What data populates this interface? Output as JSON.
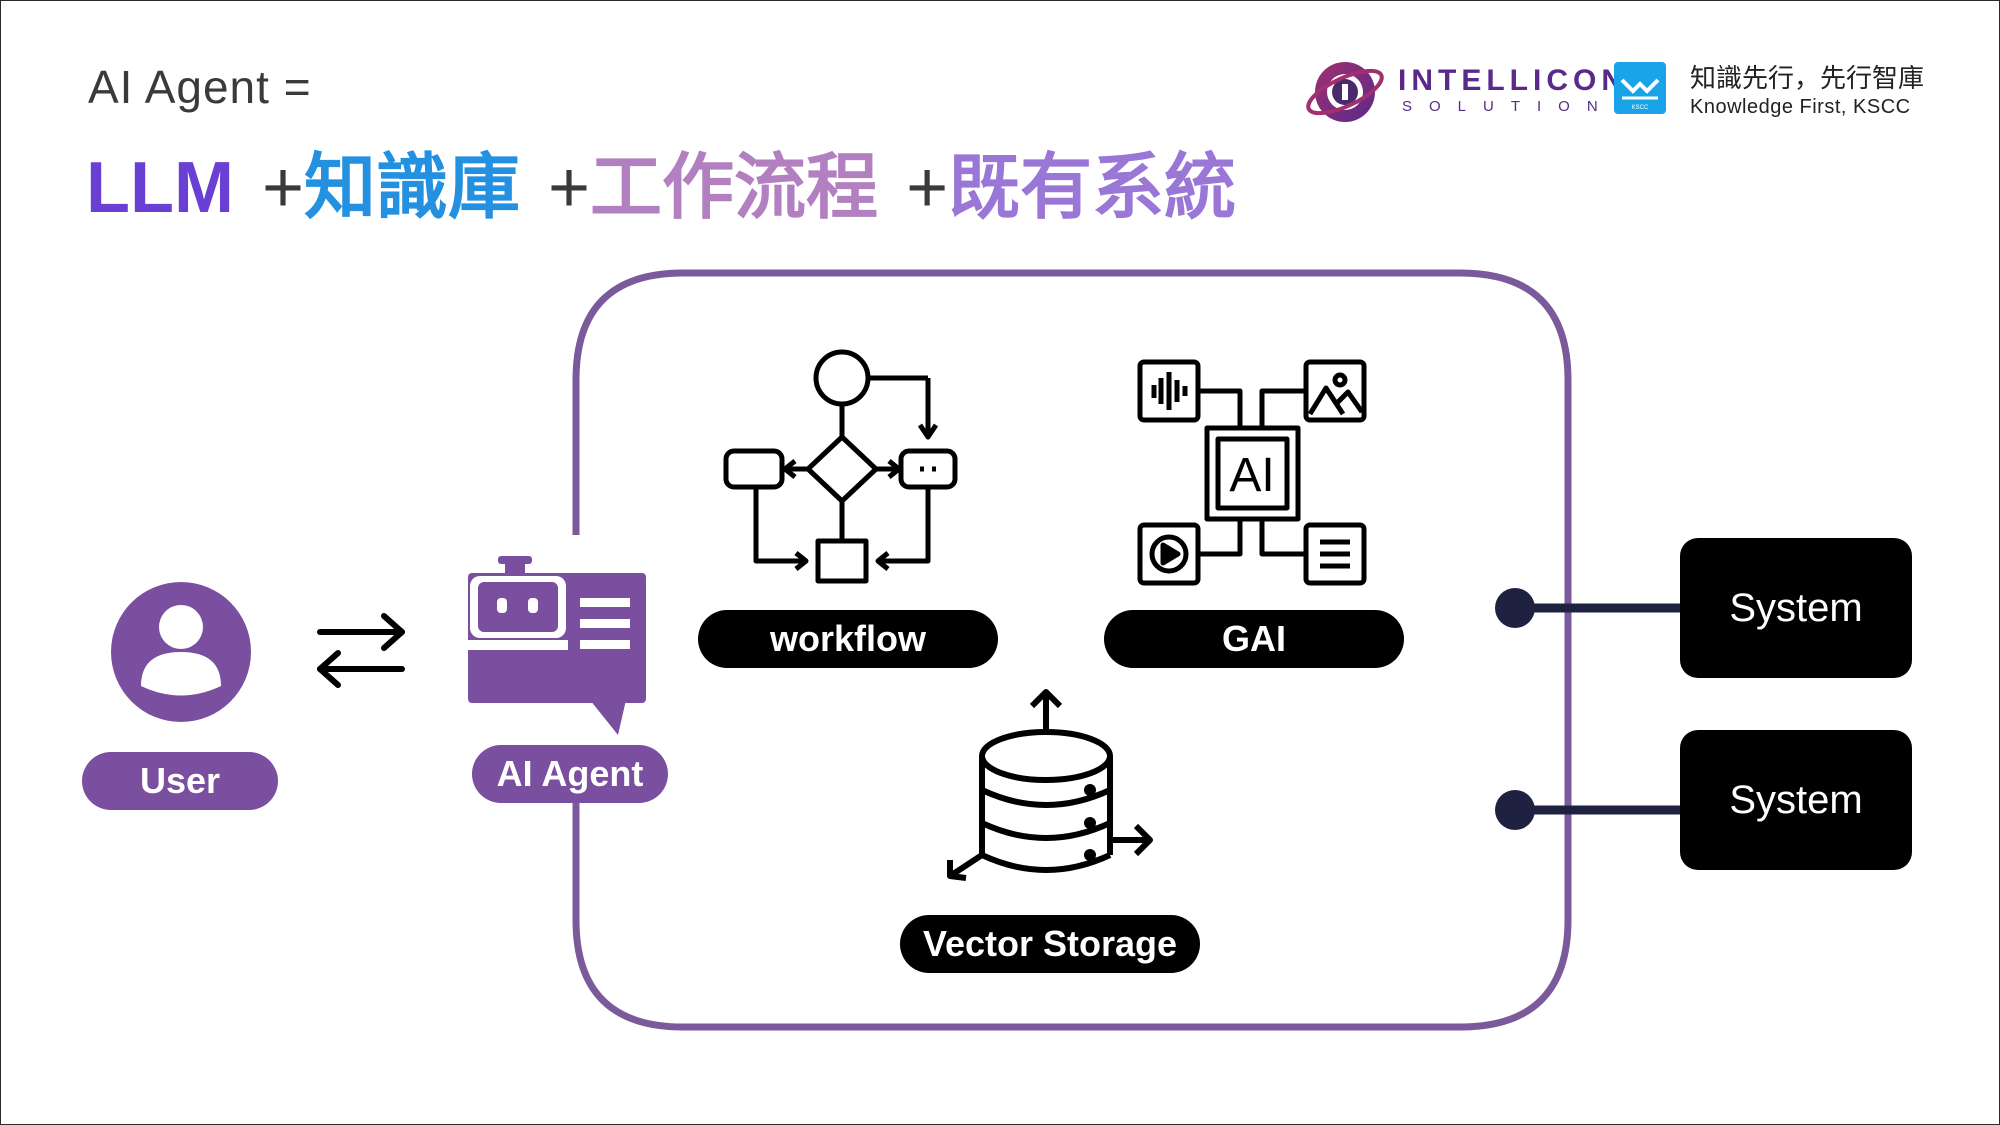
{
  "header": {
    "subtitle": "AI Agent =",
    "equation": {
      "llm": "LLM",
      "plus1": "+",
      "knowledge": "知識庫",
      "plus2": "+",
      "workflow": "工作流程",
      "plus3": "+",
      "systems": "既有系統"
    }
  },
  "logos": {
    "intellicon": {
      "name": "INTELLICON",
      "sub": "SOLUTIONS"
    },
    "kscc": {
      "slogan_zh": "知識先行，先行智庫",
      "slogan_en": "Knowledge First, KSCC",
      "icon_text": "KSCC"
    }
  },
  "diagram": {
    "user_label": "User",
    "agent_label": "AI Agent",
    "workflow_label": "workflow",
    "gai_label": "GAI",
    "ai_chip_text": "AI",
    "vector_label": "Vector Storage",
    "systems": [
      "System",
      "System"
    ]
  },
  "colors": {
    "purple": "#7b4f9f",
    "container_border": "#7b5a9b",
    "connector": "#1f2140",
    "black": "#000000"
  },
  "icons": [
    "user-icon",
    "swap-arrows-icon",
    "robot-chat-icon",
    "flowchart-icon",
    "gai-hub-icon",
    "database-icon"
  ]
}
